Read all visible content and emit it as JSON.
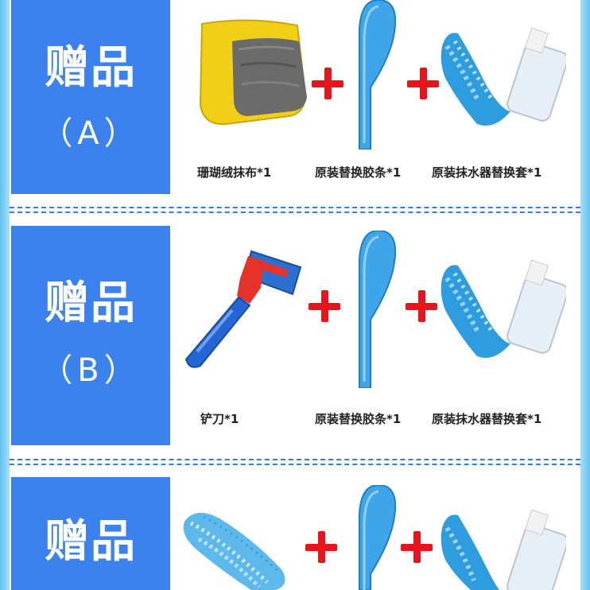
{
  "sections": [
    {
      "title": "赠品",
      "sub": "（A）",
      "captions": [
        "珊瑚绒抹布*1",
        "原装替换胶条*1",
        "原装抹水器替换套*1"
      ],
      "items": [
        "coral-fleece-cloth",
        "rubber-strip",
        "mop-cover"
      ]
    },
    {
      "title": "赠品",
      "sub": "（B）",
      "captions": [
        "铲刀*1",
        "原装替换胶条*1",
        "原装抹水器替换套*1"
      ],
      "items": [
        "scraper",
        "rubber-strip",
        "mop-cover"
      ]
    },
    {
      "title": "赠品",
      "sub": "",
      "captions": [],
      "items": [
        "feather-duster",
        "rubber-strip",
        "mop-cover"
      ]
    }
  ],
  "colors": {
    "panel": "#3b82ee",
    "plus": "#e8141c",
    "dash": "#2f7fe6",
    "frame": "#5fc2f0"
  }
}
